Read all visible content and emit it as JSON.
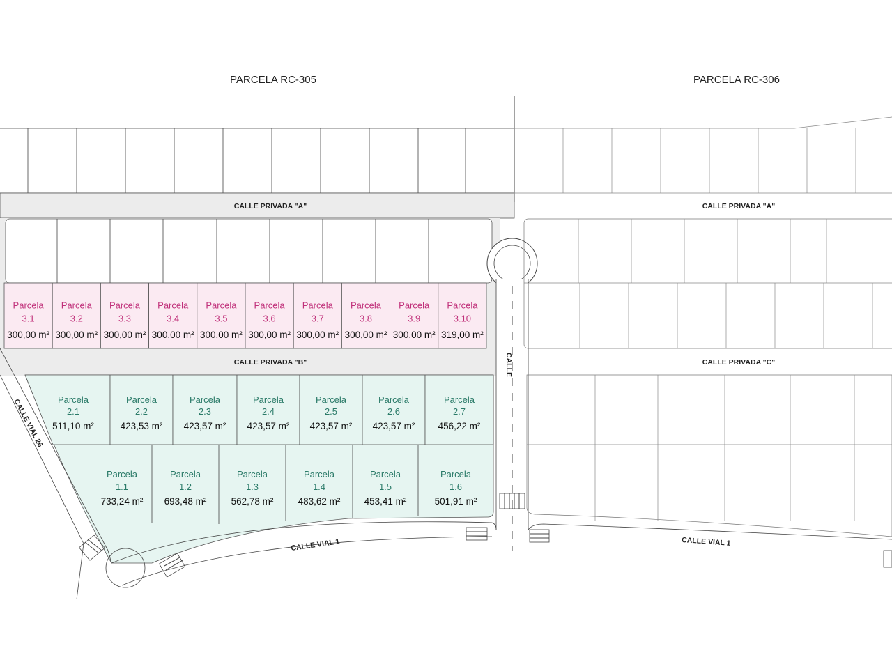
{
  "titles": {
    "left": "PARCELA RC-305",
    "right": "PARCELA RC-306"
  },
  "streets": {
    "privada_a_left": "CALLE PRIVADA \"A\"",
    "privada_a_right": "CALLE PRIVADA \"A\"",
    "privada_b": "CALLE PRIVADA \"B\"",
    "privada_c": "CALLE PRIVADA \"C\"",
    "calle": "CALLE",
    "vial26": "CALLE VIAL 26",
    "vial1_left": "CALLE VIAL 1",
    "vial1_right": "CALLE VIAL 1"
  },
  "colors": {
    "row3_text": "#c0307a",
    "row2_text": "#2a7a68",
    "row1_text": "#2a7a68",
    "row3_fill": "#fbeaf2",
    "row12_fill": "#e6f5f1"
  },
  "parcels": {
    "row3": [
      {
        "word": "Parcela",
        "num": "3.1",
        "area": "300,00 m²"
      },
      {
        "word": "Parcela",
        "num": "3.2",
        "area": "300,00 m²"
      },
      {
        "word": "Parcela",
        "num": "3.3",
        "area": "300,00 m²"
      },
      {
        "word": "Parcela",
        "num": "3.4",
        "area": "300,00 m²"
      },
      {
        "word": "Parcela",
        "num": "3.5",
        "area": "300,00 m²"
      },
      {
        "word": "Parcela",
        "num": "3.6",
        "area": "300,00 m²"
      },
      {
        "word": "Parcela",
        "num": "3.7",
        "area": "300,00 m²"
      },
      {
        "word": "Parcela",
        "num": "3.8",
        "area": "300,00 m²"
      },
      {
        "word": "Parcela",
        "num": "3.9",
        "area": "300,00 m²"
      },
      {
        "word": "Parcela",
        "num": "3.10",
        "area": "319,00 m²"
      }
    ],
    "row2": [
      {
        "word": "Parcela",
        "num": "2.1",
        "area": "511,10 m²"
      },
      {
        "word": "Parcela",
        "num": "2.2",
        "area": "423,53 m²"
      },
      {
        "word": "Parcela",
        "num": "2.3",
        "area": "423,57 m²"
      },
      {
        "word": "Parcela",
        "num": "2.4",
        "area": "423,57 m²"
      },
      {
        "word": "Parcela",
        "num": "2.5",
        "area": "423,57 m²"
      },
      {
        "word": "Parcela",
        "num": "2.6",
        "area": "423,57 m²"
      },
      {
        "word": "Parcela",
        "num": "2.7",
        "area": "456,22 m²"
      }
    ],
    "row1": [
      {
        "word": "Parcela",
        "num": "1.1",
        "area": "733,24 m²"
      },
      {
        "word": "Parcela",
        "num": "1.2",
        "area": "693,48 m²"
      },
      {
        "word": "Parcela",
        "num": "1.3",
        "area": "562,78 m²"
      },
      {
        "word": "Parcela",
        "num": "1.4",
        "area": "483,62 m²"
      },
      {
        "word": "Parcela",
        "num": "1.5",
        "area": "453,41 m²"
      },
      {
        "word": "Parcela",
        "num": "1.6",
        "area": "501,91 m²"
      }
    ]
  }
}
